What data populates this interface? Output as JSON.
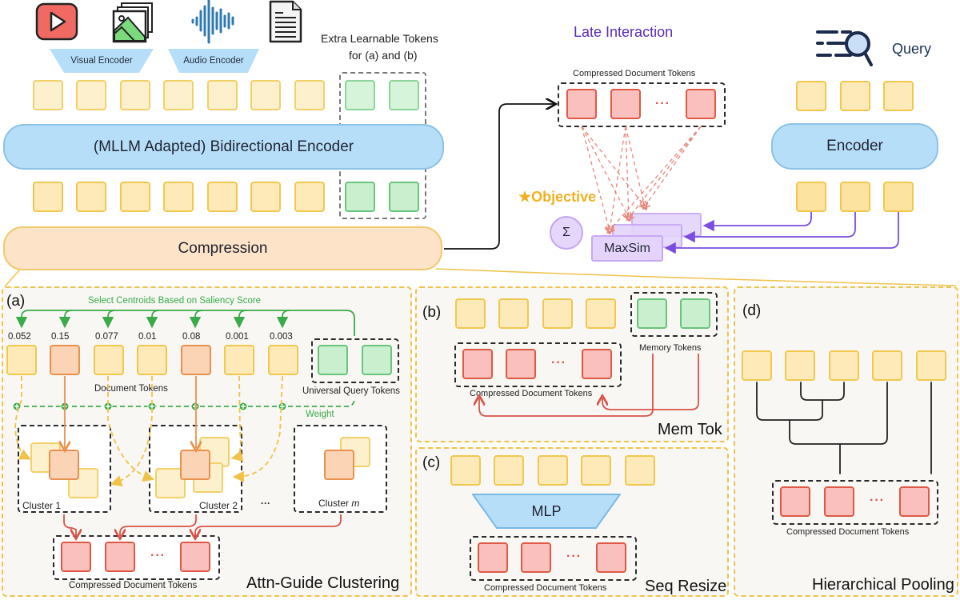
{
  "top": {
    "modality_icons": [
      "video-play-icon",
      "image-stack-icon",
      "audio-waveform-icon",
      "document-icon"
    ],
    "visual_encoder": "Visual Encoder",
    "audio_encoder": "Audio Encoder",
    "extra_tokens_label_line1": "Extra Learnable Tokens",
    "extra_tokens_label_line2": "for (a) and (b)",
    "bidirectional_encoder": "(MLLM Adapted) Bidirectional Encoder",
    "compression": "Compression"
  },
  "late_interaction": {
    "title": "Late Interaction",
    "compressed_label": "Compressed Document Tokens",
    "ellipsis": "···",
    "objective": "Objective",
    "objective_star": "★",
    "sum_symbol": "Σ",
    "maxsim": "MaxSim"
  },
  "query": {
    "label": "Query",
    "encoder": "Encoder"
  },
  "panel_a": {
    "tag": "(a)",
    "select_label": "Select Centroids Based on Saliency Score",
    "scores": [
      "0.052",
      "0.15",
      "0.077",
      "0.01",
      "0.08",
      "0.001",
      "0.003"
    ],
    "document_tokens": "Document Tokens",
    "universal_query_tokens": "Universal Query Tokens",
    "weight": "Weight",
    "cluster1": "Cluster 1",
    "cluster2": "Cluster 2",
    "cluster_m_prefix": "Cluster ",
    "cluster_m_var": "m",
    "between_dots": "···",
    "compressed_label": "Compressed Document Tokens",
    "ellipsis": "···",
    "title": "Attn-Guide Clustering"
  },
  "panel_b": {
    "tag": "(b)",
    "memory_tokens": "Memory Tokens",
    "compressed_label": "Compressed Document Tokens",
    "ellipsis": "···",
    "title": "Mem Tok"
  },
  "panel_c": {
    "tag": "(c)",
    "mlp": "MLP",
    "compressed_label": "Compressed Document Tokens",
    "ellipsis": "···",
    "title": "Seq Resize"
  },
  "panel_d": {
    "tag": "(d)",
    "compressed_label": "Compressed Document Tokens",
    "ellipsis": "···",
    "title": "Hierarchical Pooling"
  },
  "colors": {
    "doc_token": "#fdeab8",
    "query_token_green": "#c9efcf",
    "compressed_token": "#f9c0bd",
    "centroid_token": "#fbd3b5",
    "encoder_blue": "#b7def9",
    "late_interaction_purple": "#5b2bb5",
    "objective_gold": "#f0b020",
    "weight_green": "#3aaa4a",
    "maxsim_purple": "#e4d4fb"
  }
}
